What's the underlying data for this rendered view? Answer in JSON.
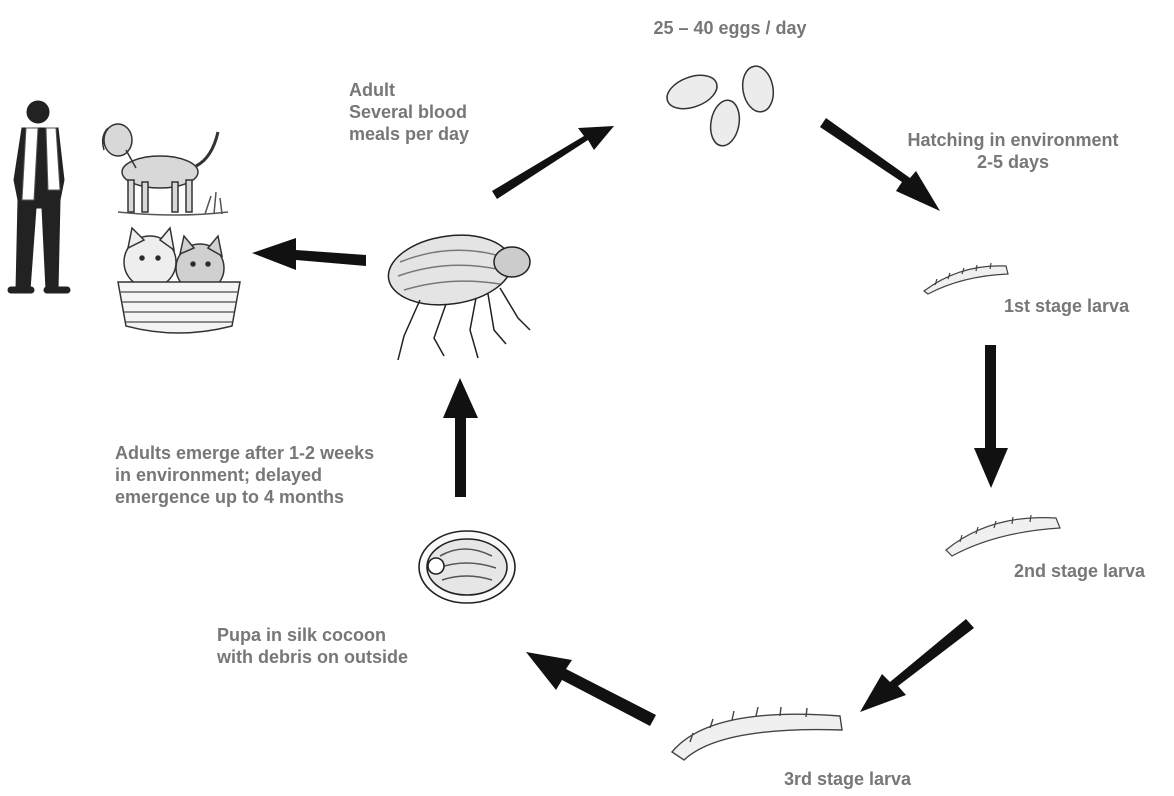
{
  "labels": {
    "eggs": "25 – 40 eggs / day",
    "adult": [
      "Adult",
      "Several blood",
      "meals per day"
    ],
    "hatching": [
      "Hatching in environment",
      "2-5 days"
    ],
    "larva1": "1st stage larva",
    "larva2": "2nd stage larva",
    "larva3": "3rd stage larva",
    "pupa": [
      "Pupa in silk cocoon",
      "with debris on outside"
    ],
    "emerge": [
      "Adults emerge after 1-2 weeks",
      "in environment; delayed",
      "emergence up to 4 months"
    ]
  },
  "colors": {
    "text": "#777777",
    "arrow": "#111111",
    "line": "#333333",
    "fill": "#dddddd"
  },
  "icons": [
    "human-icon",
    "dog-icon",
    "kittens-basket-icon",
    "flea-icon",
    "eggs-icon",
    "larva-icon",
    "cocoon-icon"
  ]
}
